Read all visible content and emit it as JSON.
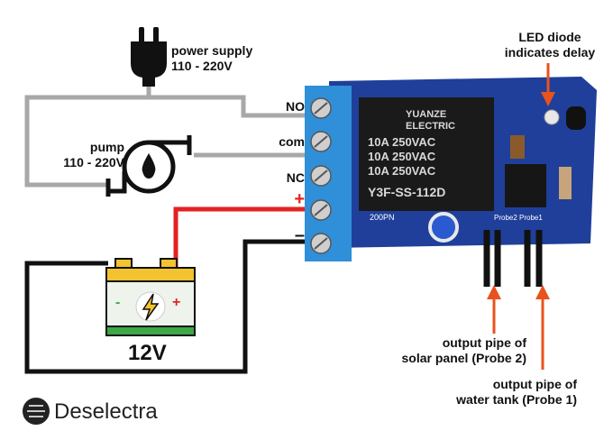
{
  "labels": {
    "power_supply_line1": "power supply",
    "power_supply_line2": "110 - 220V",
    "pump_line1": "pump",
    "pump_line2": "110 - 220V",
    "terminal_no": "NO",
    "terminal_com": "com",
    "terminal_nc": "NC",
    "terminal_plus": "+",
    "terminal_minus": "–",
    "battery_voltage": "12V",
    "led_line1": "LED diode",
    "led_line2": "indicates delay",
    "probe2_line1": "output pipe of",
    "probe2_line2": "solar panel (Probe 2)",
    "probe1_line1": "output pipe of",
    "probe1_line2": "water tank (Probe 1)",
    "logo": "Deselectra"
  },
  "relay_text": {
    "brand1": "YUANZE",
    "brand2": "ELECTRIC",
    "spec1": "10A 250VAC",
    "spec2": "10A 250VAC",
    "spec3": "10A 250VAC",
    "model": "Y3F-SS-112D"
  },
  "colors": {
    "neutral_wire": "#a8a8a8",
    "positive_wire": "#e32222",
    "negative_wire": "#111111",
    "terminal_block": "#2f8fd8",
    "pcb": "#1f3f9a",
    "arrow": "#e8531d",
    "battery_green": "#3aa845",
    "battery_yellow": "#f2c230"
  }
}
